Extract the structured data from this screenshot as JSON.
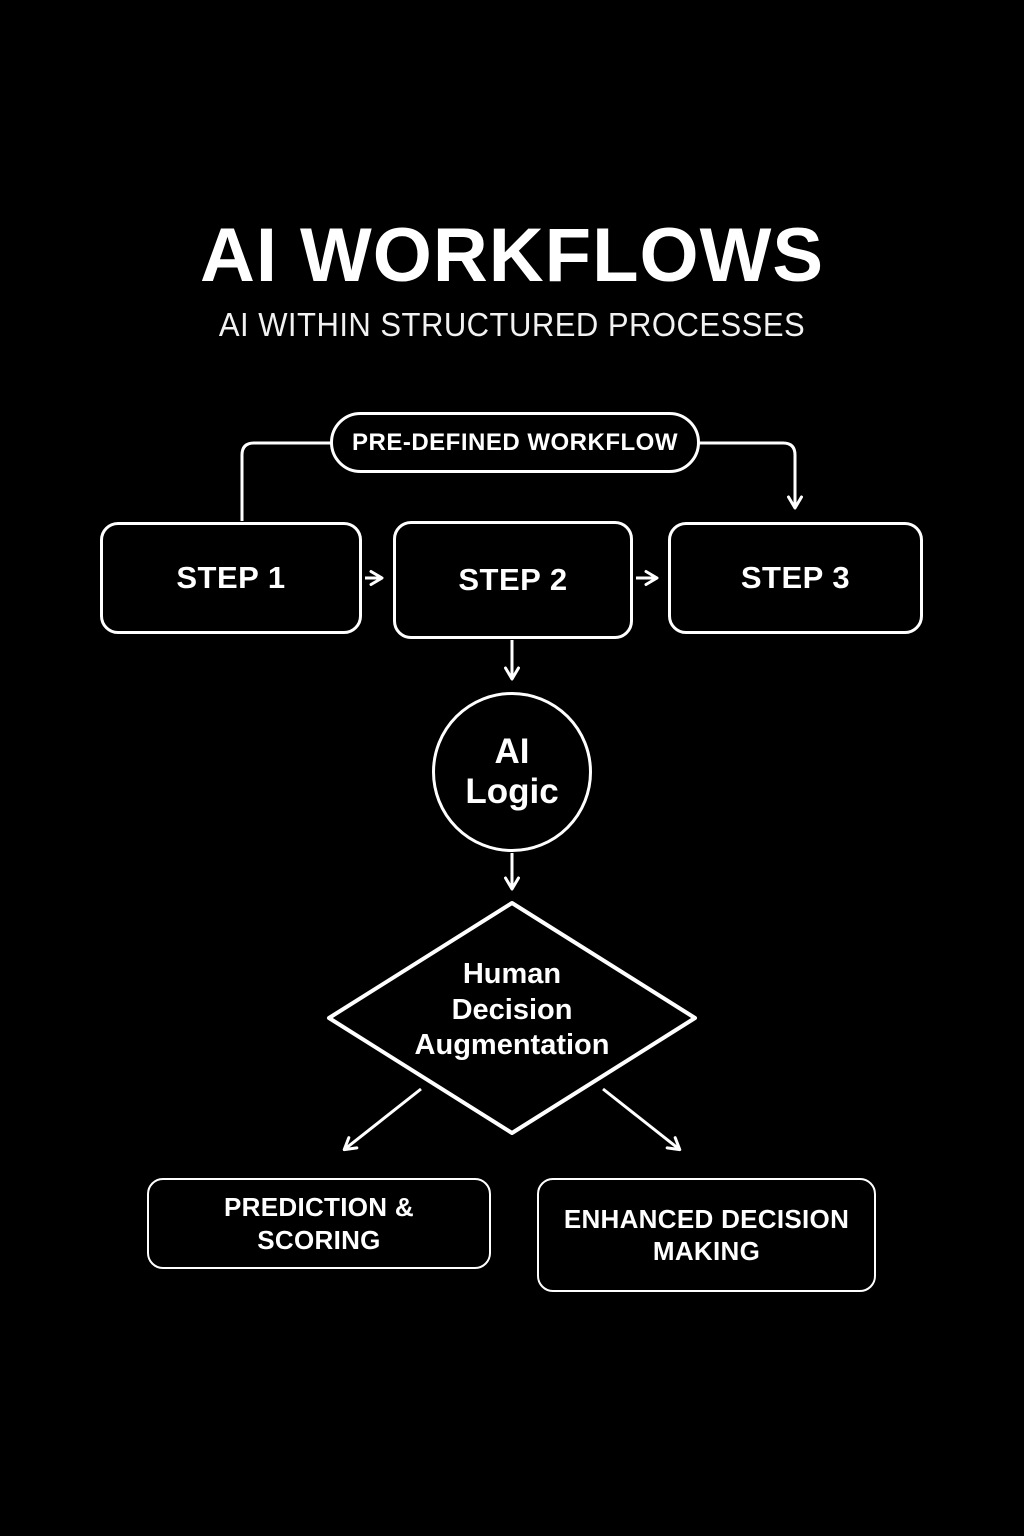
{
  "page": {
    "background_color": "#000000",
    "foreground_color": "#ffffff"
  },
  "header": {
    "title": "AI WORKFLOWS",
    "subtitle": "AI WITHIN STRUCTURED PROCESSES"
  },
  "workflow": {
    "label": "PRE-DEFINED WORKFLOW",
    "steps": [
      {
        "label": "STEP 1"
      },
      {
        "label": "STEP 2"
      },
      {
        "label": "STEP 3"
      }
    ]
  },
  "ai_logic": {
    "line1": "AI",
    "line2": "Logic"
  },
  "decision": {
    "line1": "Human",
    "line2": "Decision",
    "line3": "Augmentation"
  },
  "outcomes": [
    {
      "label": "PREDICTION & SCORING"
    },
    {
      "label": "ENHANCED DECISION MAKING"
    }
  ]
}
